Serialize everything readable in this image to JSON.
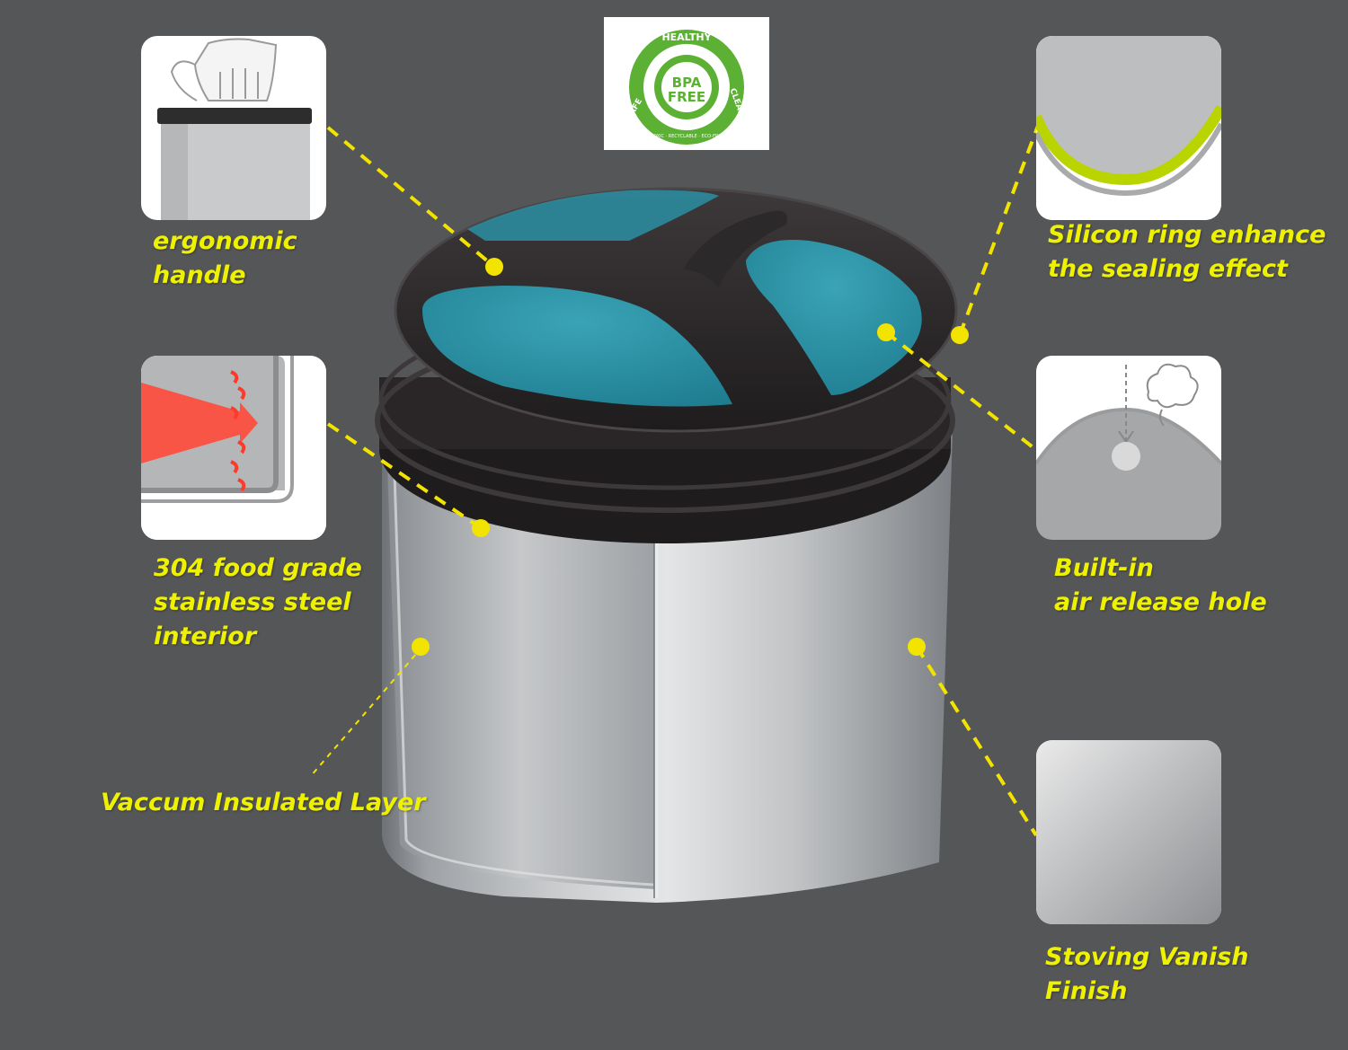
{
  "badge": {
    "top_text": "HEALTHY",
    "right_text": "CLEAN",
    "left_text": "SAFE",
    "center_line1": "BPA",
    "center_line2": "FREE",
    "ring_text": "NON-TOXIC · RECYCLABLE · ECO-FRIENDLY",
    "color": "#5cb034"
  },
  "callouts": {
    "handle": {
      "line1": "ergonomic",
      "line2": "handle"
    },
    "steel": {
      "line1": "304 food grade",
      "line2": "stainless steel",
      "line3": "interior"
    },
    "vacuum": {
      "line1": "Vaccum Insulated Layer"
    },
    "silicon": {
      "line1": "Silicon ring enhance",
      "line2": "the sealing effect"
    },
    "air": {
      "line1": "Built-in",
      "line2": "air release hole"
    },
    "finish": {
      "line1": "Stoving Vanish",
      "line2": "Finish"
    }
  },
  "colors": {
    "background": "#555658",
    "label": "#eef200",
    "leader": "#f2e400",
    "lid": "#2e2b2c",
    "inner": "#2a8fa3",
    "silicon_ring": "#b9d400",
    "heat_arrow": "#ff4a3a"
  },
  "icons": [
    "hand-icon",
    "heat-arrow-icon",
    "silicon-ring-icon",
    "steam-icon",
    "steel-texture-icon"
  ]
}
